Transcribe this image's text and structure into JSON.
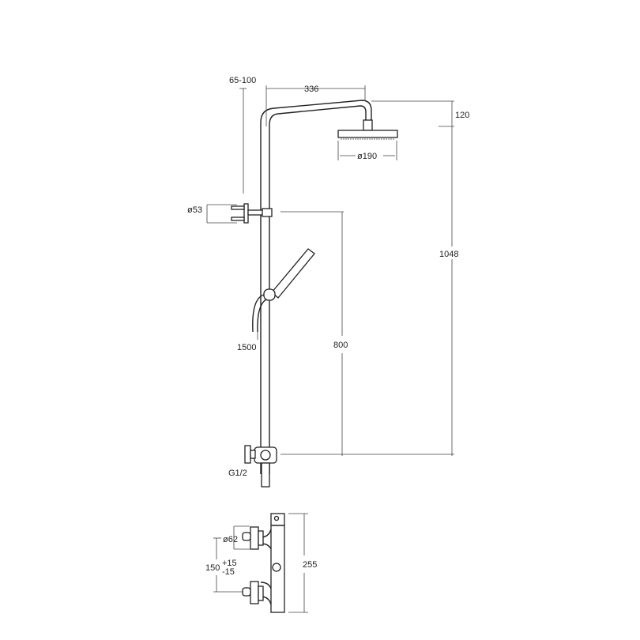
{
  "dimensions": {
    "wall_distance": "65-100",
    "arm_length": "336",
    "head_drop": "120",
    "head_diameter": "ø190",
    "bracket_diameter": "ø53",
    "total_height": "1048",
    "slide_height": "800",
    "hose_length": "1500",
    "connection": "G1/2",
    "valve_diameter": "ø62",
    "inlet_spacing": "150",
    "inlet_tol_plus": "+15",
    "inlet_tol_minus": "-15",
    "valve_height": "255"
  }
}
